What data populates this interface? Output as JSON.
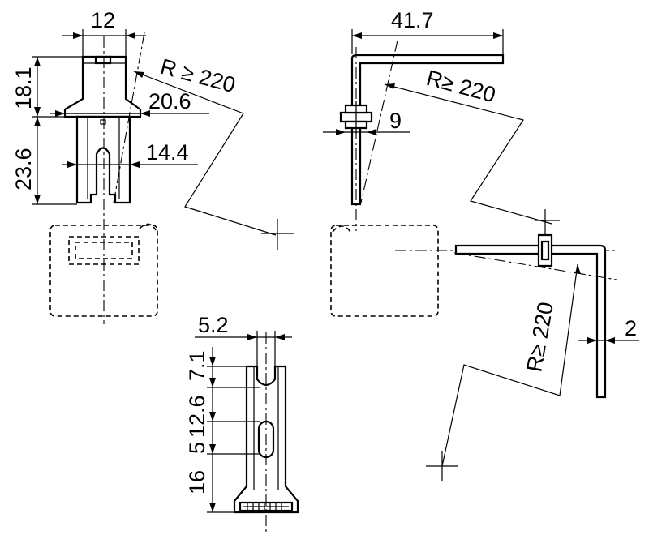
{
  "dimensions": {
    "front_width": "12",
    "front_head_height": "18.1",
    "front_flange_width": "20.6",
    "front_lower_height": "23.6",
    "front_inner_width": "14.4",
    "radius_front": "R ≥ 220",
    "side_length": "41.7",
    "radius_side": "R≥ 220",
    "side_width": "9",
    "bottom_width": "5.2",
    "bottom_d1": "7.1",
    "bottom_d2": "12.6",
    "bottom_d3": "5",
    "bottom_d4": "16",
    "right_radius": "R≥ 220",
    "right_thickness": "2"
  }
}
